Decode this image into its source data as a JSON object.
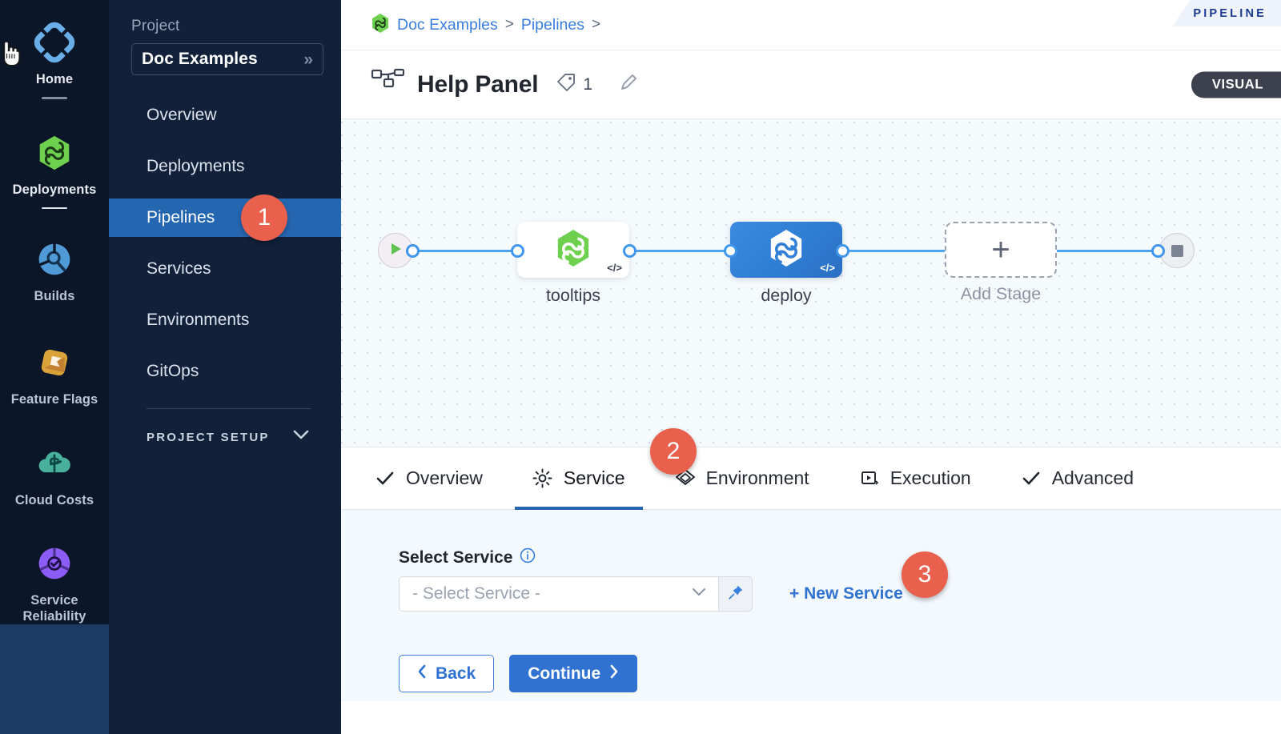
{
  "rail": {
    "items": [
      {
        "label": "Home",
        "icon": "home-diamond-icon",
        "active": true
      },
      {
        "label": "Deployments",
        "icon": "deployments-hexagon-icon",
        "active": true
      },
      {
        "label": "Builds",
        "icon": "builds-icon",
        "active": false
      },
      {
        "label": "Feature Flags",
        "icon": "feature-flags-icon",
        "active": false
      },
      {
        "label": "Cloud Costs",
        "icon": "cloud-costs-icon",
        "active": false
      },
      {
        "label": "Service Reliability",
        "icon": "service-reliability-icon",
        "active": false
      }
    ]
  },
  "project_nav": {
    "section_label": "Project",
    "project_name": "Doc Examples",
    "expand_icon": "chevron-double-right-icon",
    "items": [
      {
        "label": "Overview",
        "active": false
      },
      {
        "label": "Deployments",
        "active": false
      },
      {
        "label": "Pipelines",
        "active": true
      },
      {
        "label": "Services",
        "active": false
      },
      {
        "label": "Environments",
        "active": false
      },
      {
        "label": "GitOps",
        "active": false
      }
    ],
    "setup_label": "PROJECT SETUP",
    "setup_chevron": "chevron-down-icon"
  },
  "breadcrumb": {
    "project_icon": "harness-hexagon-icon",
    "items": [
      "Doc Examples",
      "Pipelines"
    ],
    "separator": ">"
  },
  "header": {
    "pipeline_tab_label": "PIPELINE",
    "pipeline_icon": "pipeline-nodes-icon",
    "title": "Help Panel",
    "tag_icon": "tag-icon",
    "tag_count": "1",
    "edit_icon": "pencil-icon",
    "visual_badge": "VISUAL"
  },
  "canvas": {
    "start_icon": "play-icon",
    "end_icon": "stop-square-icon",
    "stages": [
      {
        "label": "tooltips",
        "type": "white",
        "icon": "harness-hexagon-green-icon",
        "badge": "</>"
      },
      {
        "label": "deploy",
        "type": "blue",
        "icon": "harness-hexagon-white-icon",
        "badge": "</>"
      }
    ],
    "add_stage_label": "Add Stage",
    "add_stage_icon": "plus-icon"
  },
  "tabs": [
    {
      "label": "Overview",
      "icon": "check-icon",
      "active": false
    },
    {
      "label": "Service",
      "icon": "gear-icon",
      "active": true
    },
    {
      "label": "Environment",
      "icon": "layers-diamond-icon",
      "active": false
    },
    {
      "label": "Execution",
      "icon": "play-box-icon",
      "active": false
    },
    {
      "label": "Advanced",
      "icon": "check-icon",
      "active": false
    }
  ],
  "form": {
    "select_service_label": "Select Service",
    "info_icon": "info-circle-icon",
    "select_value": "- Select Service -",
    "select_placeholder": "- Select Service -",
    "dropdown_icon": "chevron-down-icon",
    "pin_icon": "pin-icon",
    "new_service_label": "+ New Service",
    "back_label": "Back",
    "back_icon": "chevron-left-icon",
    "continue_label": "Continue",
    "continue_icon": "chevron-right-icon"
  },
  "callouts": [
    {
      "number": "1"
    },
    {
      "number": "2"
    },
    {
      "number": "3"
    }
  ],
  "colors": {
    "accent_blue": "#2566b0",
    "link_blue": "#2f72d2",
    "callout_red": "#e9604c",
    "rail_dark": "#0b1628",
    "rail_navy": "#1c3a63",
    "nav_bg": "#11213a",
    "canvas_bg": "#f5fafd",
    "form_bg": "#f4f9fd"
  }
}
